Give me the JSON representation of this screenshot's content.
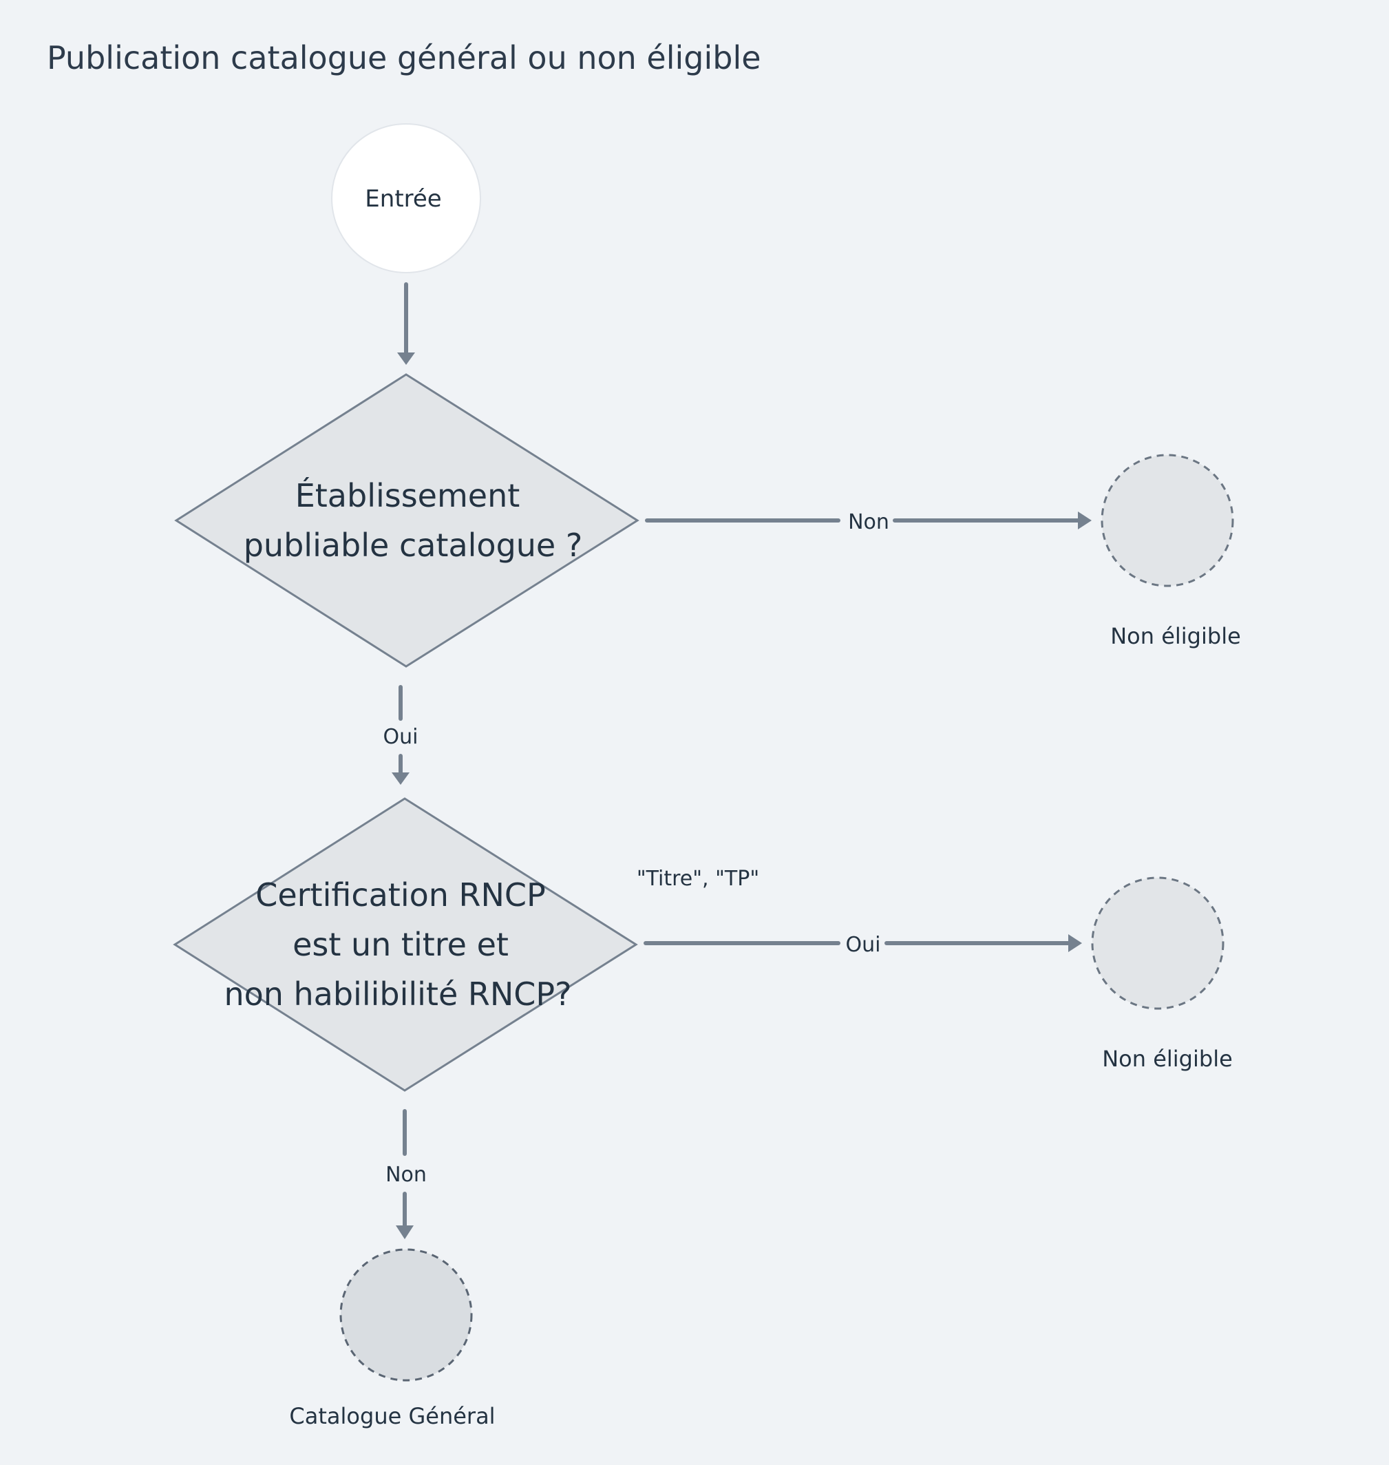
{
  "title": "Publication catalogue général ou non éligible",
  "nodes": {
    "start": {
      "label": "Entrée"
    },
    "decision_1": {
      "lines": [
        "Établissement",
        "publiable catalogue ?"
      ]
    },
    "decision_2": {
      "lines": [
        "Certification RNCP",
        "est un titre et",
        "non habilibilité RNCP?"
      ]
    },
    "end_1": {
      "label": "Non éligible"
    },
    "end_2": {
      "label": "Non éligible"
    },
    "end_3": {
      "label": "Catalogue Général"
    }
  },
  "edges": {
    "d1_no": {
      "label": "Non"
    },
    "d1_yes": {
      "label": "Oui"
    },
    "d2_yes": {
      "label": "Oui"
    },
    "d2_no": {
      "label": "Non"
    }
  },
  "annotation": "\"Titre\", \"TP\"",
  "colors": {
    "background": "#f0f3f6",
    "edge": "#75818f",
    "decision_fill": "#e2e5e8",
    "text": "#243342"
  }
}
